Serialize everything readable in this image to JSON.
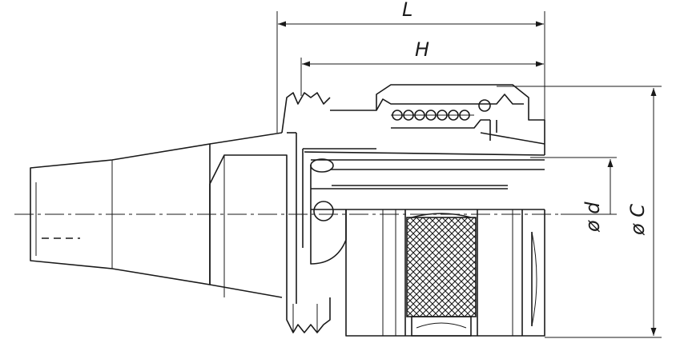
{
  "dimensions": {
    "L": "L",
    "H": "H",
    "d": "ø d",
    "C": "ø C"
  },
  "colors": {
    "line": "#1a1a1a",
    "background": "#ffffff"
  }
}
